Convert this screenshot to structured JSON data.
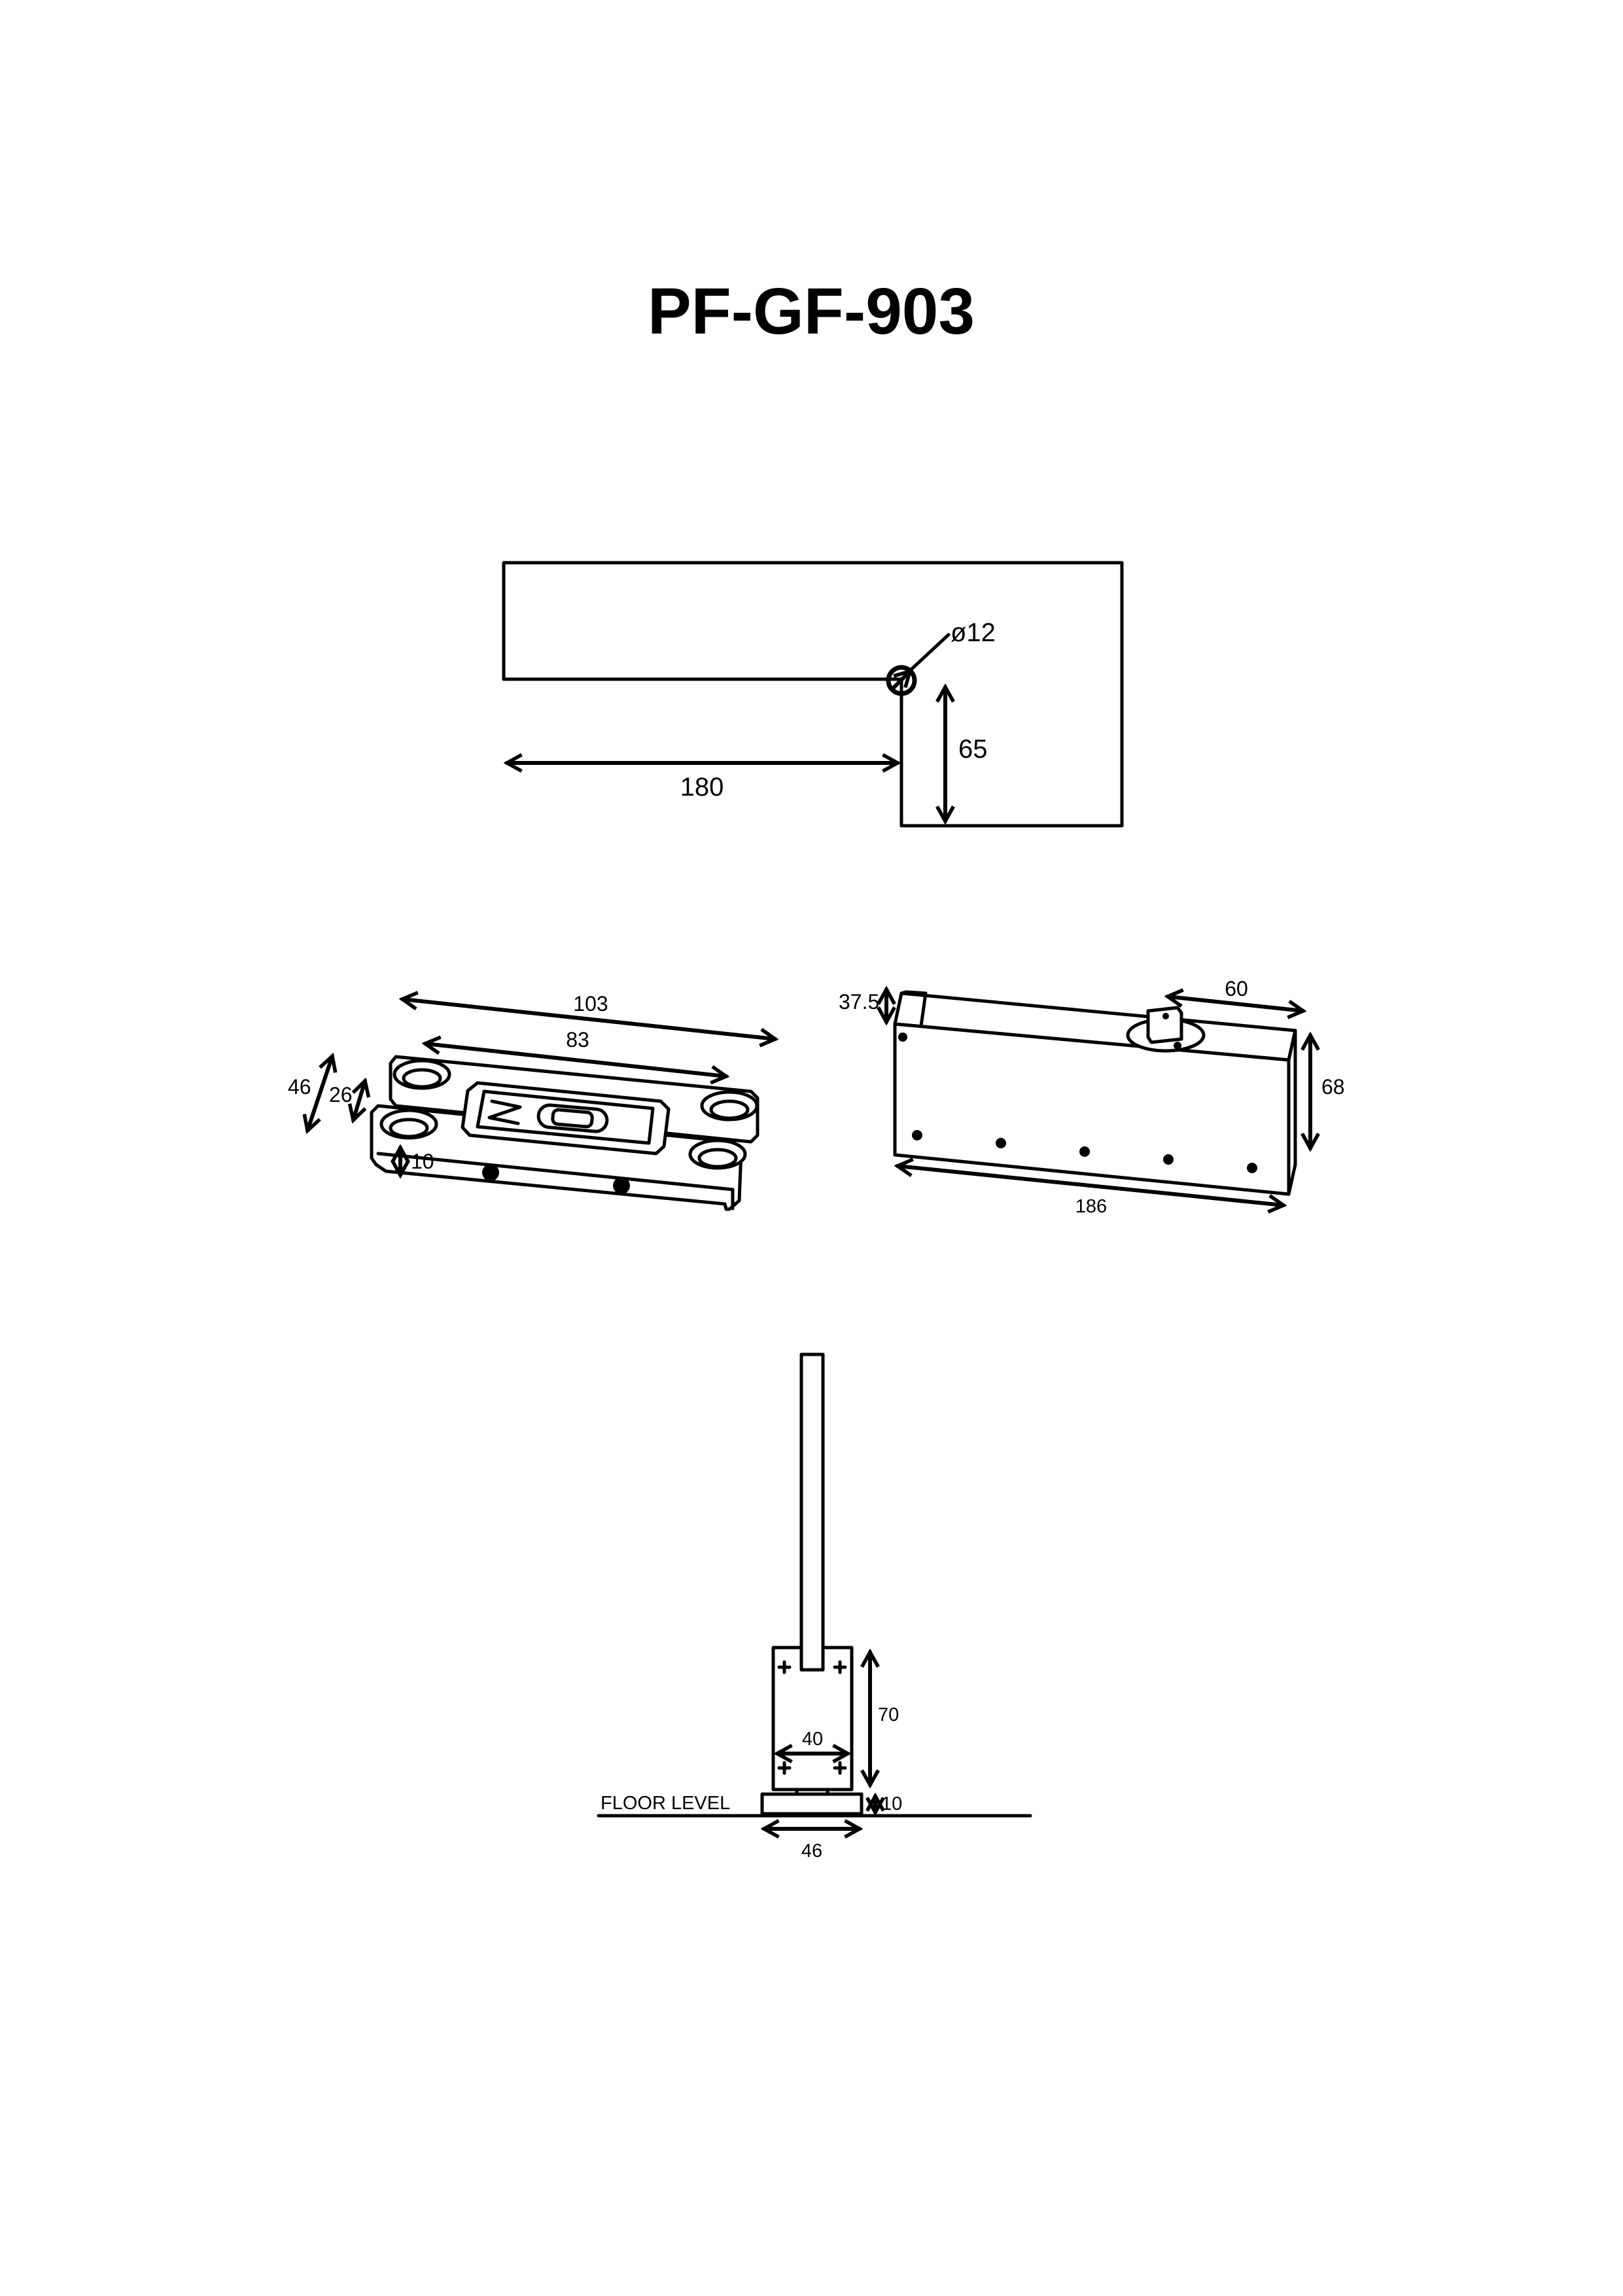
{
  "title": "PF-GF-903",
  "top_view": {
    "diameter": "ø12",
    "depth": "65",
    "width": "180"
  },
  "pivot_plate": {
    "length": "103",
    "inner_length": "83",
    "width": "46",
    "inner_width": "26",
    "thickness": "10"
  },
  "closer_body": {
    "offset": "37.5",
    "spindle_offset": "60",
    "height": "68",
    "length": "186"
  },
  "side_view": {
    "height": "70",
    "width": "40",
    "floor_label": "FLOOR LEVEL",
    "floor_thickness": "10",
    "base_width": "46"
  }
}
